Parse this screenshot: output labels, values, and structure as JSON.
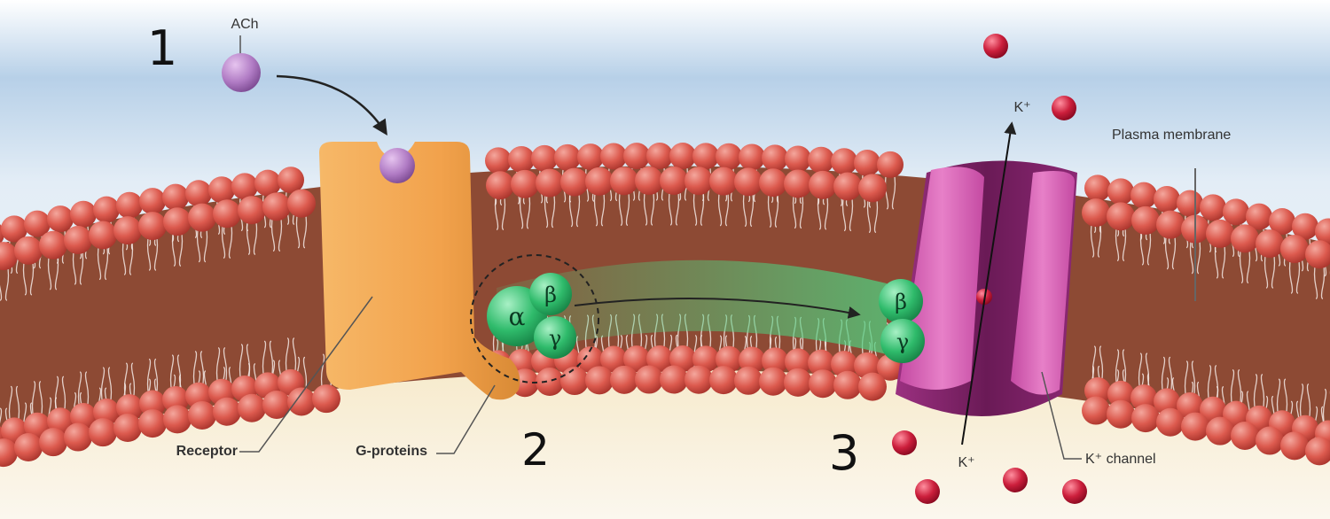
{
  "steps": [
    "1",
    "2",
    "3"
  ],
  "labels": {
    "ach": "ACh",
    "receptor": "Receptor",
    "g_proteins": "G-proteins",
    "plasma_membrane": "Plasma membrane",
    "k_plus_top": "K⁺",
    "k_plus_bottom": "K⁺",
    "k_channel": "K⁺ channel"
  },
  "subunits": {
    "alpha": "α",
    "beta": "β",
    "gamma": "γ",
    "beta_moved": "β",
    "gamma_moved": "γ"
  },
  "colors": {
    "background_top": "#b9d2e8",
    "extracellular": "#eaf2f9",
    "cytoplasm": "#f5ecd2",
    "membrane_core": "#8d4a34",
    "lipid_head": "#d9574c",
    "receptor": "#f0a24c",
    "ach": "#b37ac4",
    "g_protein": "#2fbb6b",
    "channel_outer": "#7e2468",
    "channel_inner": "#d763b5",
    "k_ion": "#cc1f3c"
  },
  "icons": {
    "ach": "ach-molecule-icon",
    "k_ion": "potassium-ion-icon"
  }
}
